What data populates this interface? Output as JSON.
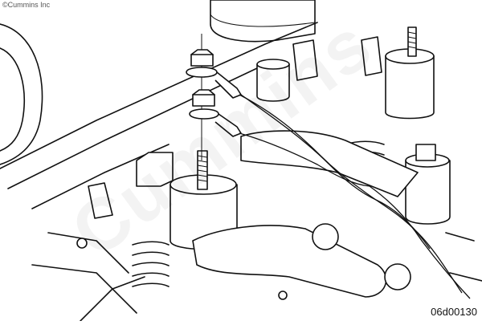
{
  "figure": {
    "copyright": "©Cummins Inc",
    "figure_id": "06d00130",
    "watermark": "Cummins"
  }
}
